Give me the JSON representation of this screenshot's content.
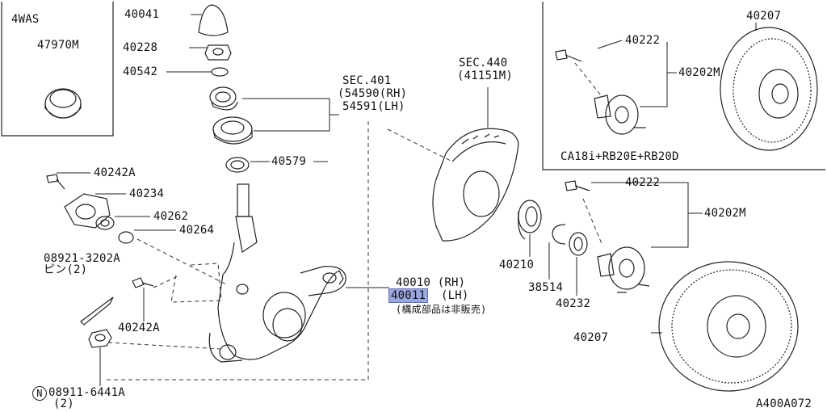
{
  "inset_4was": {
    "title": "4WAS",
    "part": "47970M"
  },
  "inset_hub_top": {
    "bolt": "40222",
    "hub": "40202M",
    "rotor": "40207",
    "note": "CA18i+RB20E+RB20D"
  },
  "parts": {
    "p40041": "40041",
    "p40228": "40228",
    "p40542": "40542",
    "sec401_1": "SEC.401",
    "sec401_2": "(54590(RH)",
    "sec401_3": "54591(LH)",
    "p40579": "40579",
    "sec440_1": "SEC.440",
    "sec440_2": "(41151M)",
    "p40242a_top": "40242A",
    "p40234": "40234",
    "p40262": "40262",
    "p40264": "40264",
    "p08921_1": "08921-3202A",
    "p08921_2": "ピン(2)",
    "p40242a_bot": "40242A",
    "p08911_1": "08911-6441A",
    "p08911_2": "(2)",
    "p08911_badge": "N",
    "p40010": "40010 (RH)",
    "p40011_num": "40011",
    "p40011_lh": "(LH)",
    "note_jp": "(構成部品は非販売)",
    "p40210": "40210",
    "p38514": "38514",
    "p40232": "40232",
    "p40222": "40222",
    "p40202m": "40202M",
    "p40207": "40207"
  },
  "diagram_id": "A400A072"
}
